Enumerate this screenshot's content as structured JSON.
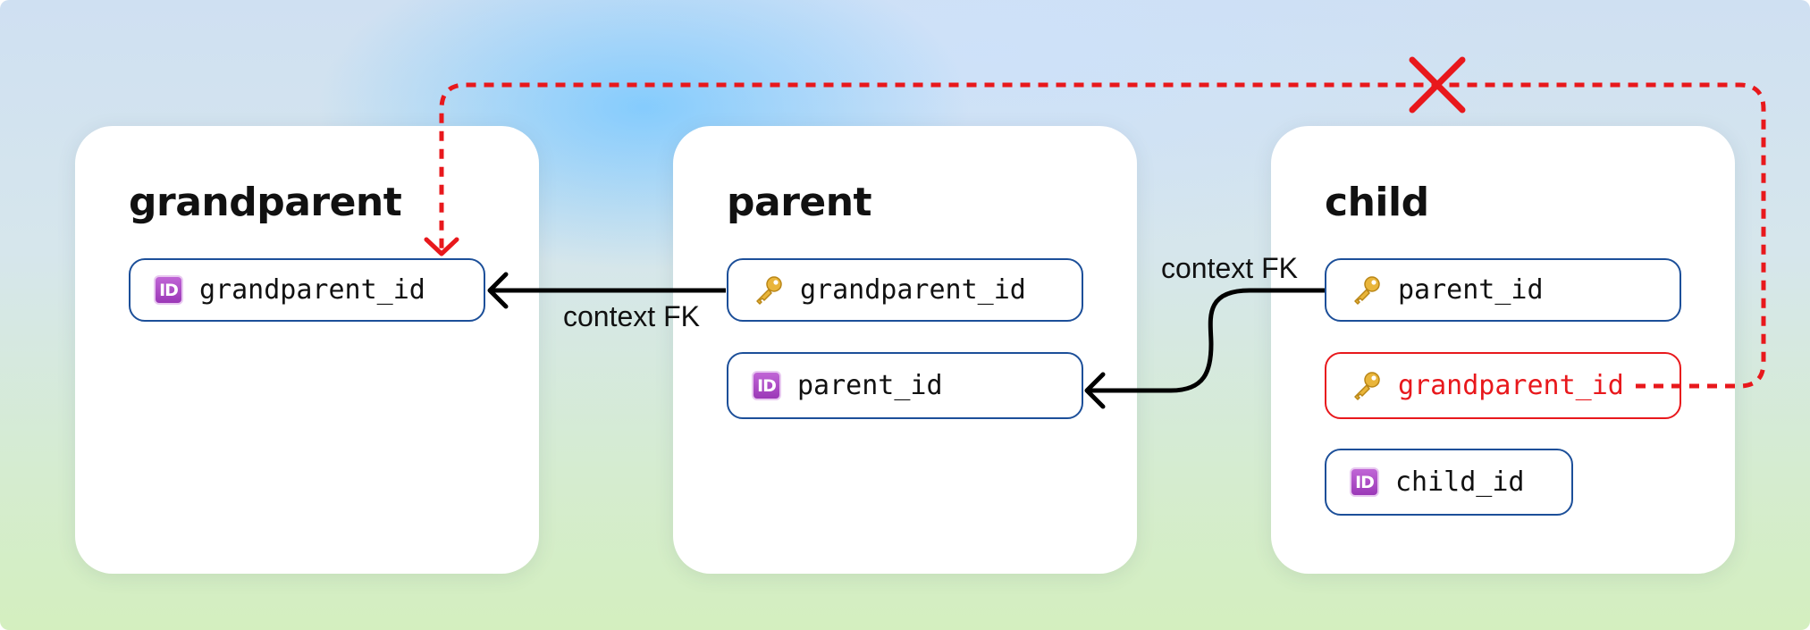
{
  "diagram": {
    "tables": [
      {
        "name": "grandparent",
        "fields": [
          {
            "label": "grandparent_id",
            "icon": "id-icon"
          }
        ]
      },
      {
        "name": "parent",
        "fields": [
          {
            "label": "grandparent_id",
            "icon": "key-icon"
          },
          {
            "label": "parent_id",
            "icon": "id-icon"
          }
        ]
      },
      {
        "name": "child",
        "fields": [
          {
            "label": "parent_id",
            "icon": "key-icon"
          },
          {
            "label": "grandparent_id",
            "icon": "key-icon",
            "invalid": true
          },
          {
            "label": "child_id",
            "icon": "id-icon"
          }
        ]
      }
    ],
    "edges": [
      {
        "from": "parent.grandparent_id",
        "to": "grandparent.grandparent_id",
        "label": "context FK"
      },
      {
        "from": "child.parent_id",
        "to": "parent.parent_id",
        "label": "context FK"
      },
      {
        "from": "child.grandparent_id",
        "to": "grandparent.grandparent_id",
        "label": "",
        "style": "dashed",
        "status": "invalid"
      }
    ],
    "icon_text": {
      "id": "ID"
    },
    "colors": {
      "field_border": "#1c4f99",
      "invalid": "#e8181c",
      "arrow": "#000000",
      "id_icon": "#a84cc4",
      "key_icon": "#e9b53a"
    }
  }
}
